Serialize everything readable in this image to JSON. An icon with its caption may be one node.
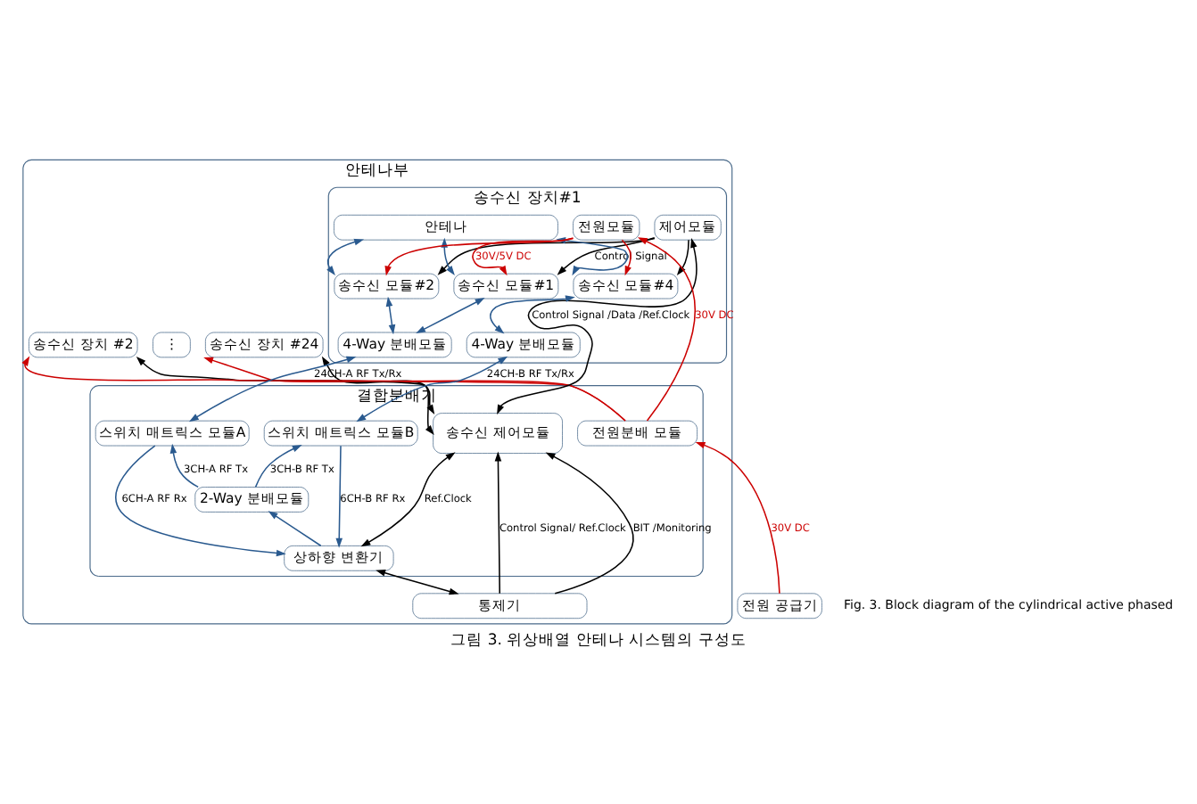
{
  "diagram": {
    "caption": "그림 3. 위상배열 안테나 시스템의 구성도",
    "nodes": [
      {
        "text": [
          "안테나부"
        ]
      },
      {
        "text": [
          "송수신 장치 #24"
        ],
        "in": 0
      },
      {
        "text": [
          "⋮"
        ],
        "in": 0
      },
      {
        "text": [
          "송수신 장치 #2"
        ],
        "in": 0
      },
      {
        "text": [
          "송수신 장치#1"
        ],
        "in": 0
      },
      {
        "text": [
          "제어모듈"
        ],
        "in": 4
      },
      {
        "text": [
          "안테나"
        ],
        "in": 4
      },
      {
        "text": [
          "송수신 모듈#1"
        ],
        "in": 4
      },
      {
        "text": [
          "송수신 모듈#2"
        ],
        "in": 4
      },
      {
        "text": [
          "송수신 모듈#4"
        ],
        "in": 4
      },
      {
        "text": [
          "4-Way 분배모듈"
        ],
        "in": 4
      },
      {
        "text": [
          "4-Way 분배모듈"
        ],
        "in": 4
      },
      {
        "text": [
          "전원모듈"
        ],
        "in": 4
      },
      {
        "text": [
          "결합분배기"
        ],
        "in": 0
      },
      {
        "text": [
          "송수신 제어모듈"
        ],
        "in": 13
      },
      {
        "text": [
          "스위치 매트릭스 모듈A"
        ],
        "in": 13
      },
      {
        "text": [
          "스위치 매트릭스 모듈B"
        ],
        "in": 13
      },
      {
        "text": [
          "2-Way 분배모듈"
        ],
        "in": 13
      },
      {
        "text": [
          "상하향 변환기"
        ],
        "in": 13
      },
      {
        "text": [
          "전원분배 모듈"
        ],
        "in": 13
      },
      {
        "text": [
          "통제기"
        ],
        "in": 0
      },
      {
        "text": [
          "전원 공급기"
        ]
      }
    ],
    "edges": [
      {
        "from": 6,
        "to": 7,
        "arrow": "both"
      },
      {
        "from": 6,
        "to": 8,
        "arrow": "both"
      },
      {
        "from": 6,
        "to": 9,
        "arrow": "both"
      },
      {
        "from": 7,
        "to": 10,
        "arrow": "both"
      },
      {
        "from": 8,
        "to": 10,
        "arrow": "both"
      },
      {
        "from": 9,
        "to": 11,
        "arrow": "both"
      },
      {
        "from": 5,
        "to": 7,
        "arrow": "to",
        "label": "Control Signal",
        "color": "#000000"
      },
      {
        "from": 5,
        "to": 8,
        "arrow": "to",
        "color": "#000000"
      },
      {
        "from": 5,
        "to": 9,
        "arrow": "to",
        "color": "#000000"
      },
      {
        "from": 12,
        "to": 7,
        "arrow": "to",
        "label": "30V/5V DC",
        "color": "#cc0000"
      },
      {
        "from": 12,
        "to": 8,
        "arrow": "to",
        "color": "#cc0000"
      },
      {
        "from": 12,
        "to": 9,
        "arrow": "to",
        "color": "#cc0000"
      },
      {
        "from": 1,
        "to": 14,
        "arrow": "both",
        "color": "#000000"
      },
      {
        "from": 3,
        "to": 14,
        "arrow": "both",
        "color": "#000000"
      },
      {
        "from": 5,
        "to": 14,
        "arrow": "both",
        "label": "Control Signal /Data /Ref.Clock",
        "color": "#000000"
      },
      {
        "from": 10,
        "to": 15,
        "arrow": "both",
        "label": "24CH-A RF Tx/Rx"
      },
      {
        "from": 11,
        "to": 16,
        "arrow": "both",
        "label": "24CH-B RF Tx/Rx"
      },
      {
        "from": 15,
        "to": 18,
        "arrow": "to",
        "label": "6CH-A RF Rx"
      },
      {
        "from": 18,
        "to": 17,
        "arrow": "to"
      },
      {
        "from": 17,
        "to": 15,
        "arrow": "to",
        "label": "3CH-A RF Tx"
      },
      {
        "from": 17,
        "to": 16,
        "arrow": "to",
        "label": "3CH-B RF Tx"
      },
      {
        "from": 16,
        "to": 18,
        "arrow": "to",
        "label": "6CH-B RF Rx"
      },
      {
        "from": 20,
        "to": 14,
        "arrow": "to",
        "label": "Control Signal/ Ref.Clock",
        "color": "#000000"
      },
      {
        "from": 20,
        "to": 14,
        "arrow": "to",
        "label": "BIT /Monitoring",
        "color": "#000000"
      },
      {
        "from": 14,
        "to": 18,
        "arrow": "both",
        "label": "Ref.Clock",
        "color": "#000000"
      },
      {
        "from": 18,
        "to": 20,
        "arrow": "both",
        "color": "#000000"
      },
      {
        "from": 21,
        "to": 19,
        "arrow": "to",
        "label": "30V DC",
        "color": "#cc0000"
      },
      {
        "from": 19,
        "to": 12,
        "arrow": "to",
        "label": "30V DC",
        "color": "#cc0000"
      },
      {
        "from": 19,
        "to": 3,
        "arrow": "to",
        "color": "#cc0000"
      },
      {
        "from": 19,
        "to": 1,
        "arrow": "to",
        "color": "#cc0000"
      }
    ],
    "labels": [
      "Fig. 3. Block diagram of the cylindrical active phased"
    ]
  }
}
